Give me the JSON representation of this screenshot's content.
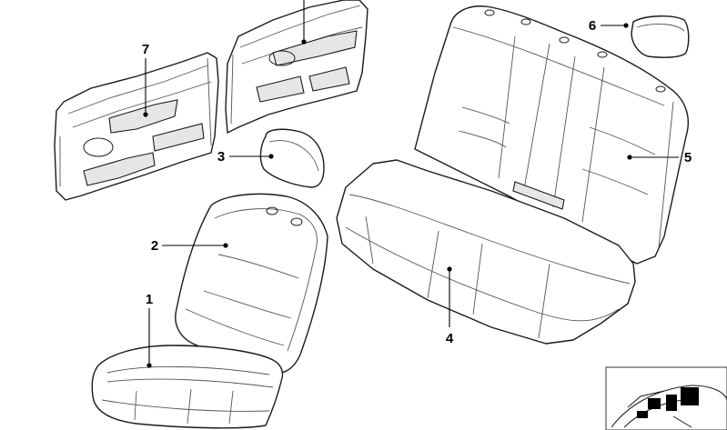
{
  "callouts": [
    {
      "id": "1",
      "label": "1"
    },
    {
      "id": "2",
      "label": "2"
    },
    {
      "id": "3",
      "label": "3"
    },
    {
      "id": "4",
      "label": "4"
    },
    {
      "id": "5",
      "label": "5"
    },
    {
      "id": "6",
      "label": "6"
    },
    {
      "id": "7",
      "label": "7"
    }
  ],
  "colors": {
    "line": "#1a1a1a",
    "fill": "#ffffff",
    "inset_highlight": "#000000"
  }
}
